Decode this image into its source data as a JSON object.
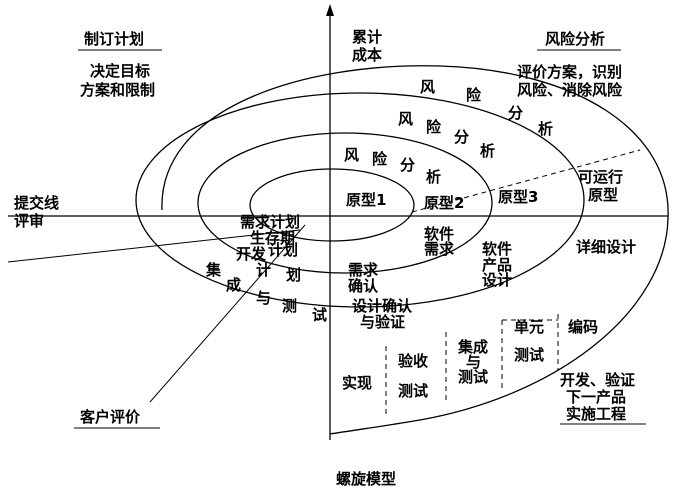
{
  "corners": {
    "top_left_title": "制订计划",
    "top_left_line1": "决定目标",
    "top_left_line2": "方案和限制",
    "top_right_title": "风险分析",
    "top_right_line1": "评价方案，识别",
    "top_right_line2": "风险、消除风险",
    "left_line1": "提交线",
    "left_line2": "评审",
    "bottom_left_title": "客户评价",
    "bottom_right_line1": "开发、验证",
    "bottom_right_line2": "下一产品",
    "bottom_right_line3": "实施工程"
  },
  "axis": {
    "top_line1": "累计",
    "top_line2": "成本"
  },
  "risk_labels": {
    "outer": [
      "风",
      "险",
      "分",
      "析"
    ],
    "middle": [
      "风",
      "险",
      "分",
      "析"
    ],
    "inner": [
      "风",
      "险",
      "分",
      "析"
    ]
  },
  "prototypes": {
    "p1": "原型1",
    "p2": "原型2",
    "p3": "原型3",
    "operational_line1": "可运行",
    "operational_line2": "原型"
  },
  "lower_left": {
    "req_plan": "需求计划",
    "lifecycle": "生存期",
    "dev_plan_line1": "开发",
    "dev_plan_line2": "计划",
    "integration_test": [
      "集",
      "成",
      "与",
      "测",
      "试"
    ],
    "plan_chars": [
      "计",
      "划"
    ]
  },
  "lower_right": {
    "software_req_line1": "软件",
    "software_req_line2": "需求",
    "product_design_line1": "软件",
    "product_design_line2": "产品",
    "product_design_line3": "设计",
    "detailed_design": "详细设计",
    "req_confirm_line1": "需求",
    "req_confirm_line2": "确认",
    "design_confirm_line1": "设计确认",
    "design_confirm_line2": "与验证",
    "unit_test_line1": "单元",
    "unit_test_line2": "测试",
    "coding": "编码",
    "integration_line1": "集成",
    "integration_line2": "与",
    "integration_line3": "测试",
    "acceptance_line1": "验收",
    "acceptance_line2": "测试",
    "deploy": "实现"
  },
  "caption": "螺旋模型"
}
